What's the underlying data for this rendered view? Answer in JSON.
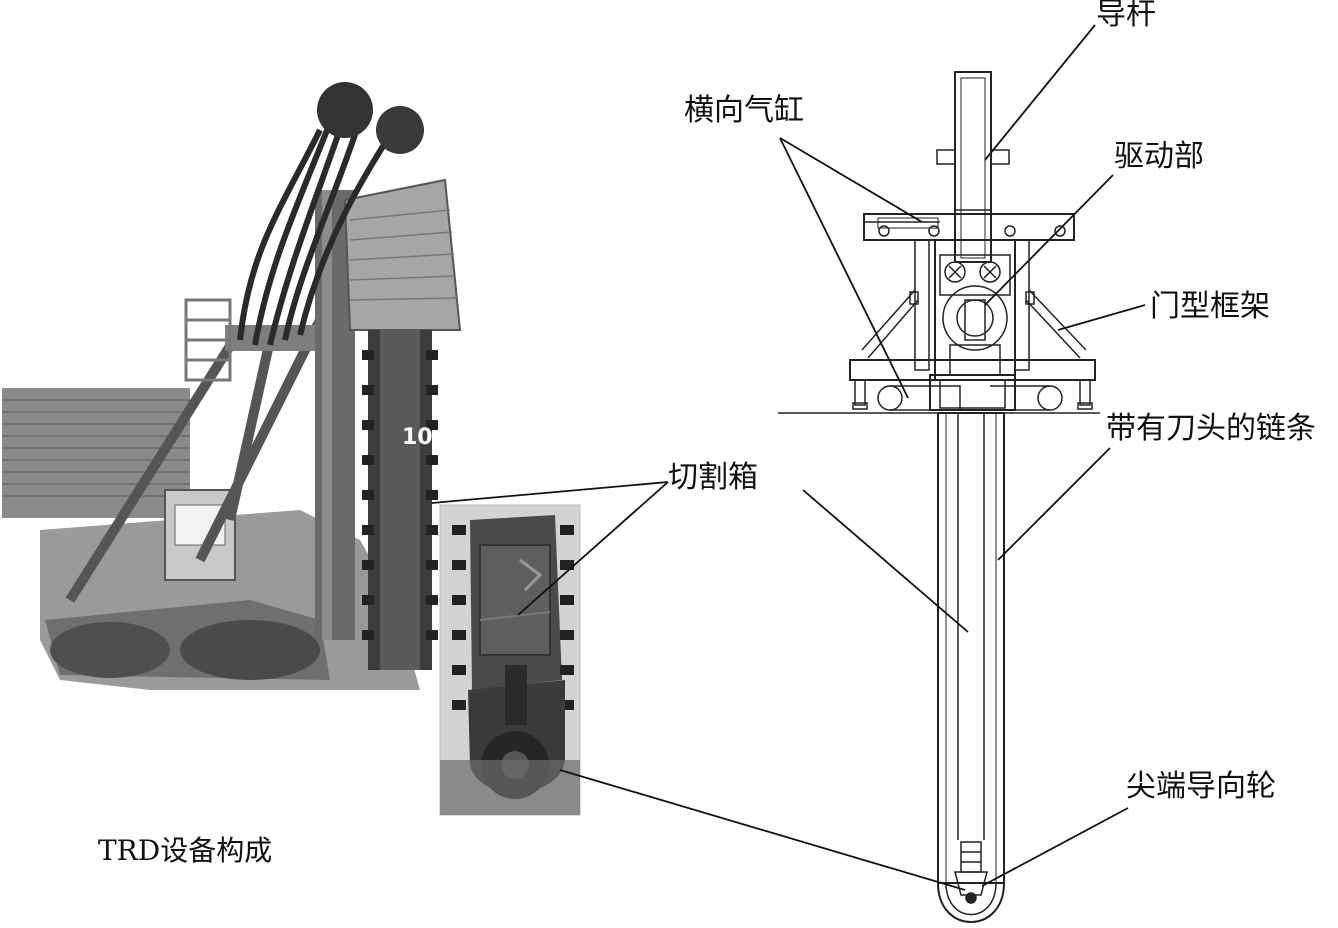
{
  "caption": "TRD设备构成",
  "labels": {
    "guide_rod": "导杆",
    "lateral_cylinder": "横向气缸",
    "drive_unit": "驱动部",
    "portal_frame": "门型框架",
    "chain_with_cutters": "带有刀头的链条",
    "cutting_box": "切割箱",
    "tip_guide_wheel": "尖端导向轮"
  },
  "photo_text": {
    "post_number": "10"
  }
}
